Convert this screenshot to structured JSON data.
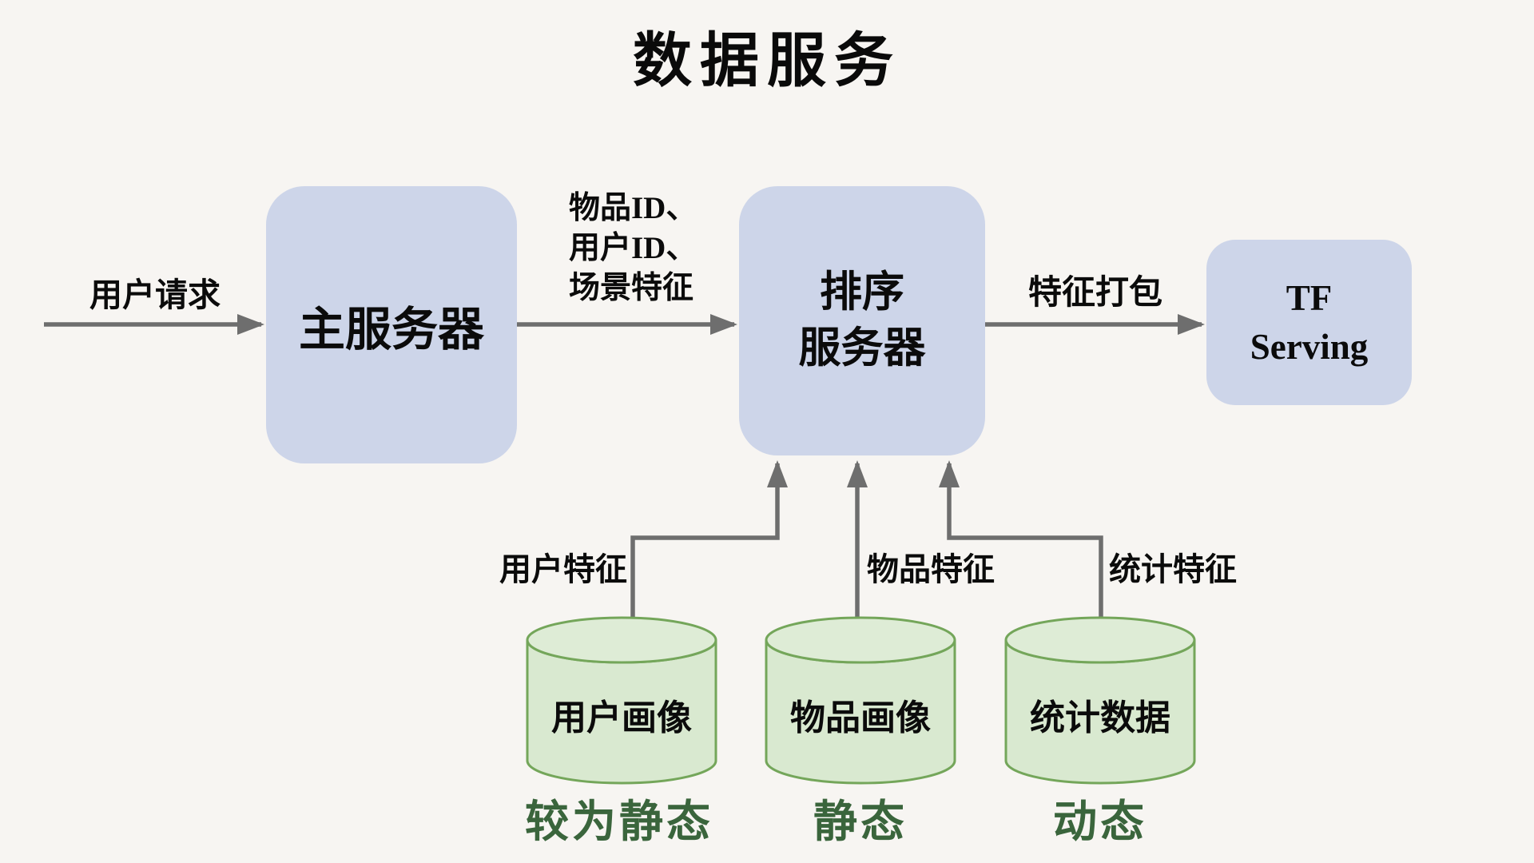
{
  "title": "数据服务",
  "nodes": {
    "main_server": {
      "label": "主服务器"
    },
    "ranking_server": {
      "label": "排序\n服务器"
    },
    "tf_serving": {
      "label": "TF\nServing"
    }
  },
  "edges": {
    "user_request": {
      "label": "用户请求"
    },
    "ids_and_scene": {
      "label": "物品ID、\n用户ID、\n场景特征"
    },
    "feature_pack": {
      "label": "特征打包"
    },
    "user_features": {
      "label": "用户特征"
    },
    "item_features": {
      "label": "物品特征"
    },
    "stat_features": {
      "label": "统计特征"
    }
  },
  "databases": [
    {
      "label": "用户画像",
      "caption": "较为静态"
    },
    {
      "label": "物品画像",
      "caption": "静态"
    },
    {
      "label": "统计数据",
      "caption": "动态"
    }
  ],
  "colors": {
    "background": "#f7f5f2",
    "node_fill": "#cdd5e9",
    "db_fill": "#d9e9d0",
    "db_top_fill": "#deecd6",
    "db_stroke": "#74a65a",
    "arrow": "#6e6e6e",
    "caption_green": "#3a653c",
    "text": "#0b0b0b"
  }
}
